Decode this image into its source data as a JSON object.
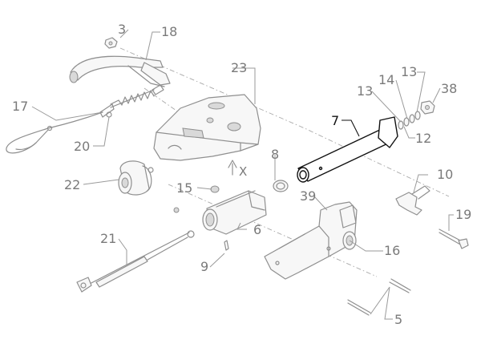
{
  "colors": {
    "part_line": "#8f8f8f",
    "highlight_line": "#111111",
    "label": "#7a7a7a",
    "highlight_label": "#111111"
  },
  "callouts": {
    "c3": "3",
    "c18": "18",
    "c23": "23",
    "c13a": "13",
    "c14": "14",
    "c13b": "13",
    "c38": "38",
    "c17": "17",
    "c7": "7",
    "c12": "12",
    "c20": "20",
    "c8": "8",
    "c22": "22",
    "c10": "10",
    "c15": "15",
    "c39": "39",
    "c19": "19",
    "c6": "6",
    "c21": "21",
    "c16": "16",
    "c9": "9",
    "c5": "5"
  },
  "direction_marker": {
    "arrow": "up-arrow-icon",
    "label": "X"
  },
  "highlighted_part": "7"
}
